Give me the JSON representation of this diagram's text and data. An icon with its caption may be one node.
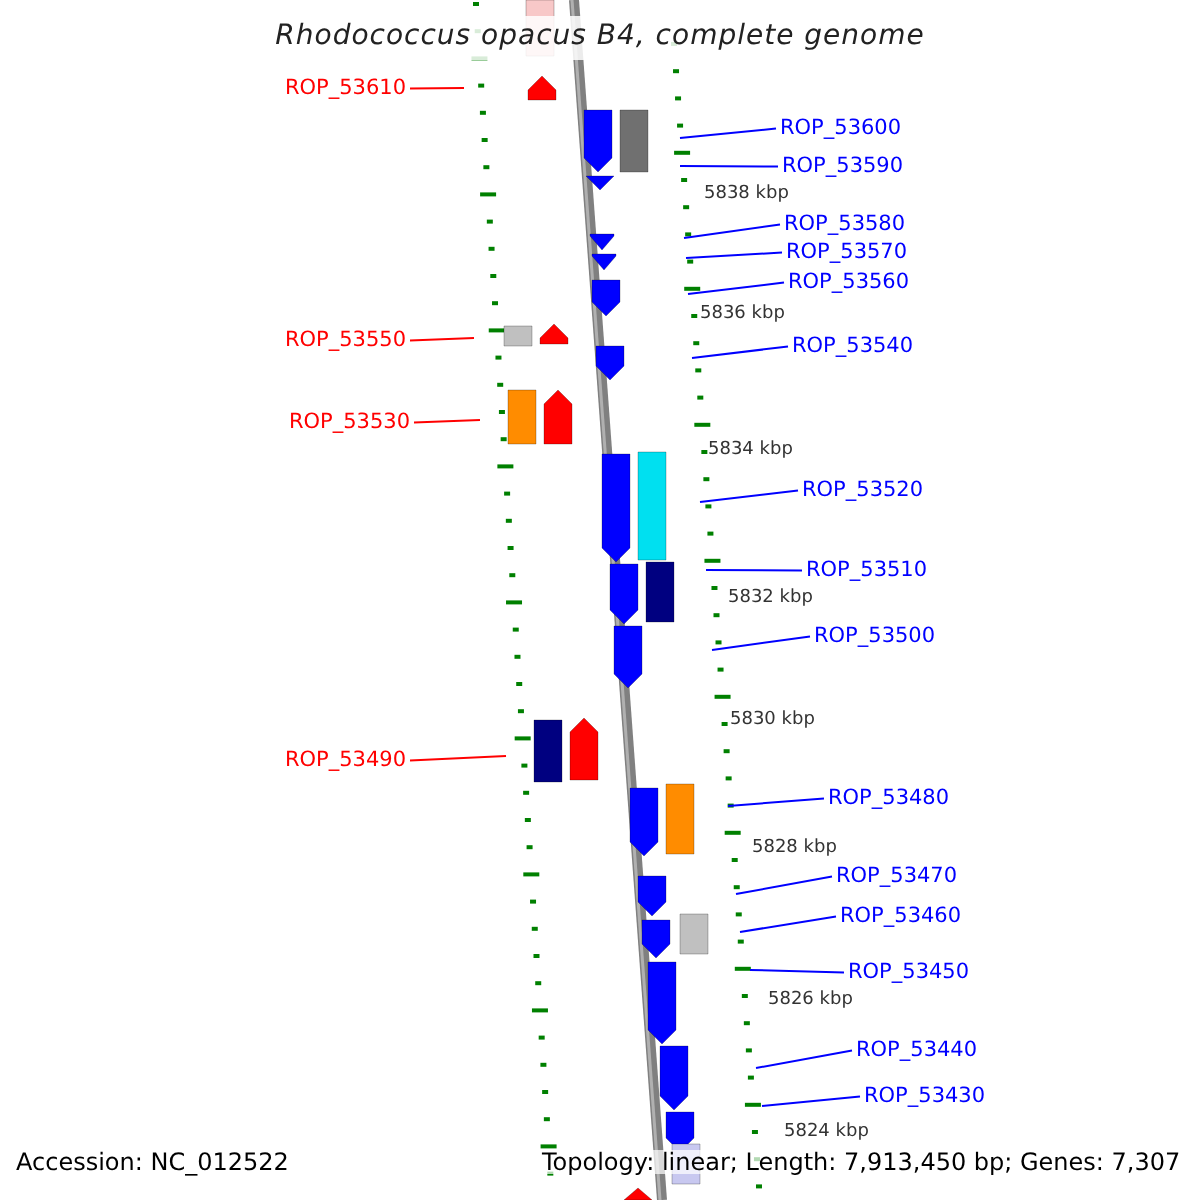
{
  "diagram": {
    "title": "Rhodococcus opacus B4, complete genome",
    "nodes": [
      {
        "text": [
          "ROP_53610"
        ]
      },
      {
        "text": [
          "ROP_53600"
        ]
      },
      {
        "text": [
          "ROP_53590"
        ]
      },
      {
        "text": [
          "ROP_53580"
        ]
      },
      {
        "text": [
          "ROP_53570"
        ]
      },
      {
        "text": [
          "ROP_53560"
        ]
      },
      {
        "text": [
          "ROP_53550"
        ]
      },
      {
        "text": [
          "ROP_53540"
        ]
      },
      {
        "text": [
          "ROP_53530"
        ]
      },
      {
        "text": [
          "ROP_53520"
        ]
      },
      {
        "text": [
          "ROP_53510"
        ]
      },
      {
        "text": [
          "ROP_53500"
        ]
      },
      {
        "text": [
          "ROP_53490"
        ]
      },
      {
        "text": [
          "ROP_53480"
        ]
      },
      {
        "text": [
          "ROP_53470"
        ]
      },
      {
        "text": [
          "ROP_53460"
        ]
      },
      {
        "text": [
          "ROP_53450"
        ]
      },
      {
        "text": [
          "ROP_53440"
        ]
      },
      {
        "text": [
          "ROP_53430"
        ]
      }
    ],
    "edges": [
      {
        "from": 0,
        "to": null,
        "arrow": "none",
        "color": "#ff0000"
      },
      {
        "from": 1,
        "to": null,
        "arrow": "none"
      },
      {
        "from": 2,
        "to": null,
        "arrow": "none"
      },
      {
        "from": 3,
        "to": null,
        "arrow": "none"
      },
      {
        "from": 4,
        "to": null,
        "arrow": "none"
      },
      {
        "from": 5,
        "to": null,
        "arrow": "none"
      },
      {
        "from": 6,
        "to": null,
        "arrow": "none",
        "color": "#ff0000"
      },
      {
        "from": 7,
        "to": null,
        "arrow": "none"
      },
      {
        "from": 8,
        "to": null,
        "arrow": "none",
        "color": "#ff0000"
      },
      {
        "from": 9,
        "to": null,
        "arrow": "none"
      },
      {
        "from": 10,
        "to": null,
        "arrow": "none"
      },
      {
        "from": 11,
        "to": null,
        "arrow": "none"
      },
      {
        "from": 12,
        "to": null,
        "arrow": "none",
        "color": "#ff0000"
      },
      {
        "from": 13,
        "to": null,
        "arrow": "none"
      },
      {
        "from": 14,
        "to": null,
        "arrow": "none"
      },
      {
        "from": 15,
        "to": null,
        "arrow": "none"
      },
      {
        "from": 16,
        "to": null,
        "arrow": "none"
      },
      {
        "from": 17,
        "to": null,
        "arrow": "none"
      },
      {
        "from": 18,
        "to": null,
        "arrow": "none"
      }
    ],
    "labels": [
      "5838 kbp",
      "5836 kbp",
      "5834 kbp",
      "5832 kbp",
      "5830 kbp",
      "5828 kbp",
      "5826 kbp",
      "5824 kbp",
      "Accession: NC_012522",
      "Topology: linear; Length: 7,913,450 bp; Genes: 7,307"
    ]
  }
}
